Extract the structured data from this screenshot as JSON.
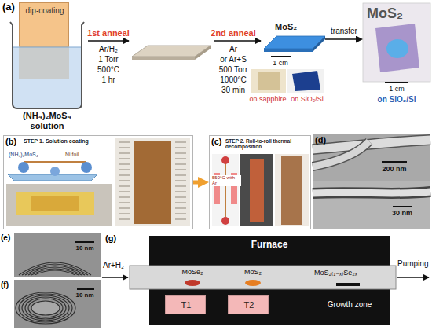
{
  "diagram": {
    "nodes": [
      {
        "text": [
          "dip-coating"
        ]
      },
      {
        "text": [
          "(NH₄)₂MoS₄ solution"
        ]
      },
      {
        "text": [
          "MoS₂"
        ]
      },
      {
        "text": [
          "MoS₂",
          "1 cm",
          "on SiO₂/Si"
        ]
      },
      {
        "text": [
          "STEP 1. Solution coating",
          "(NH₄)₂MoS₄",
          "Ni foil"
        ]
      },
      {
        "text": [
          "STEP 2. Roll-to-roll thermal decomposition",
          "550°C with Ar"
        ]
      },
      {
        "text": [
          "Furnace"
        ]
      },
      {
        "text": [
          "T1"
        ],
        "in": 6
      },
      {
        "text": [
          "T2"
        ],
        "in": 6
      }
    ],
    "edges": [
      {
        "from": 2,
        "to": 3,
        "arrow": "to",
        "label": "transfer"
      },
      {
        "from": 4,
        "to": 5,
        "arrow": "to"
      }
    ],
    "labels": [
      "(a)",
      "1st anneal",
      "Ar/H₂",
      "1 Torr",
      "500°C",
      "1 hr",
      "2nd anneal",
      "Ar",
      "or Ar+S",
      "500 Torr",
      "1000°C",
      "30 min",
      "1 cm",
      "on sapphire",
      "on SiO₂/Si",
      "(b)",
      "(c)",
      "(d)",
      "200 nm",
      "30 nm",
      "(e)",
      "10 nm",
      "(f)",
      "10 nm",
      "(g)",
      "Ar+H₂",
      "Pumping",
      "MoSe₂",
      "MoS₂",
      "MoS₂₍₁₋ₓ₎Se₂ₓ",
      "Growth zone"
    ]
  }
}
